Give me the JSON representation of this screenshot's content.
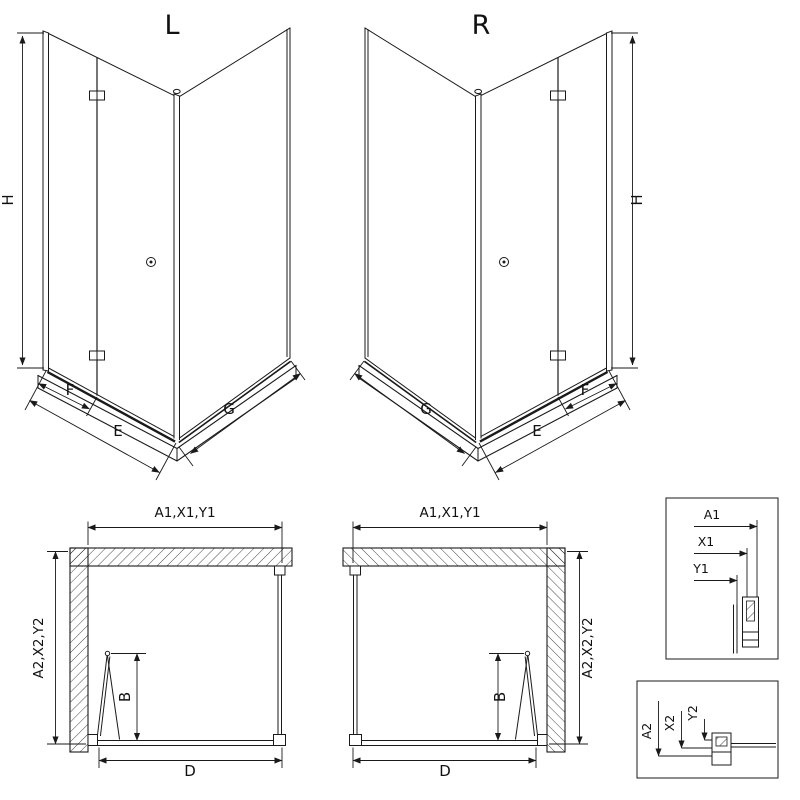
{
  "variants": {
    "left": {
      "title": "L"
    },
    "right": {
      "title": "R"
    }
  },
  "iso_dimensions": {
    "height": "H",
    "front_section": "F",
    "entry": "E",
    "side_panel": "G"
  },
  "plan_dimensions": {
    "top_width": "A1,X1,Y1",
    "side_depth": "A2,X2,Y2",
    "door_projection": "B",
    "bottom_width": "D"
  },
  "detail_top": {
    "a1": "A1",
    "x1": "X1",
    "y1": "Y1"
  },
  "detail_bottom": {
    "a2": "A2",
    "x2": "X2",
    "y2": "Y2"
  },
  "colors": {
    "line": "#1a1a1a",
    "background": "#ffffff"
  }
}
